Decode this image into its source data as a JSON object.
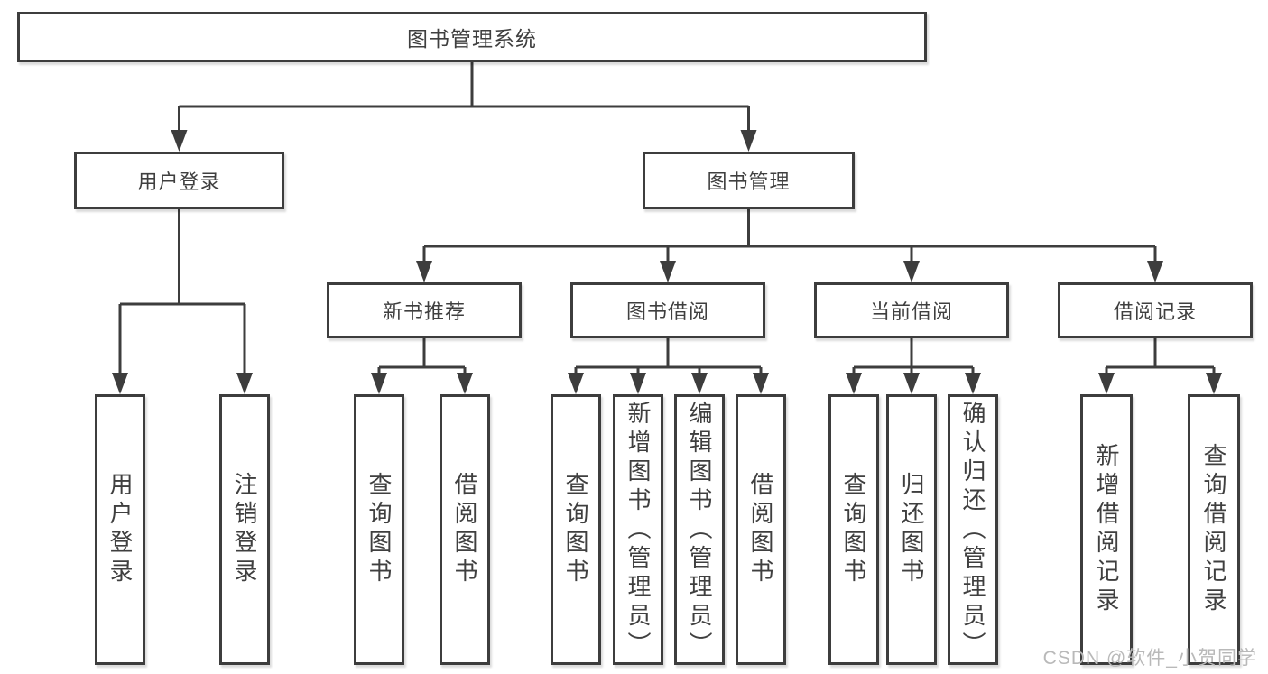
{
  "diagram": {
    "root": {
      "label": "图书管理系统"
    },
    "level2": [
      {
        "label": "用户登录",
        "children": [
          "用户登录",
          "注销登录"
        ]
      },
      {
        "label": "图书管理"
      }
    ],
    "level3": [
      {
        "label": "新书推荐",
        "children": [
          "查询图书",
          "借阅图书"
        ]
      },
      {
        "label": "图书借阅",
        "children": [
          "查询图书",
          "新增图书（管理员）",
          "编辑图书（管理员）",
          "借阅图书"
        ]
      },
      {
        "label": "当前借阅",
        "children": [
          "查询图书",
          "归还图书",
          "确认归还（管理员）"
        ]
      },
      {
        "label": "借阅记录",
        "children": [
          "新增借阅记录",
          "查询借阅记录"
        ]
      }
    ]
  },
  "watermark": {
    "text": "CSDN @软件_小贺同学"
  },
  "colors": {
    "line": "#3d3d3d",
    "text": "#3f3f3f",
    "background": "#ffffff",
    "watermark": "#b9b9b9"
  }
}
